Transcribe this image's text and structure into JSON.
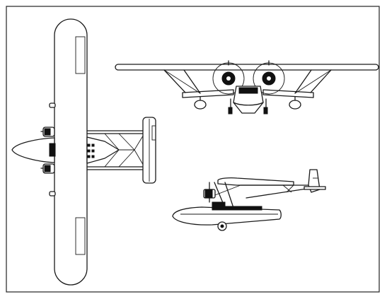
{
  "figure": {
    "views": [
      "plan-view",
      "front-view",
      "side-view"
    ],
    "line_color": "#1a1a1a",
    "background": "#ffffff"
  }
}
